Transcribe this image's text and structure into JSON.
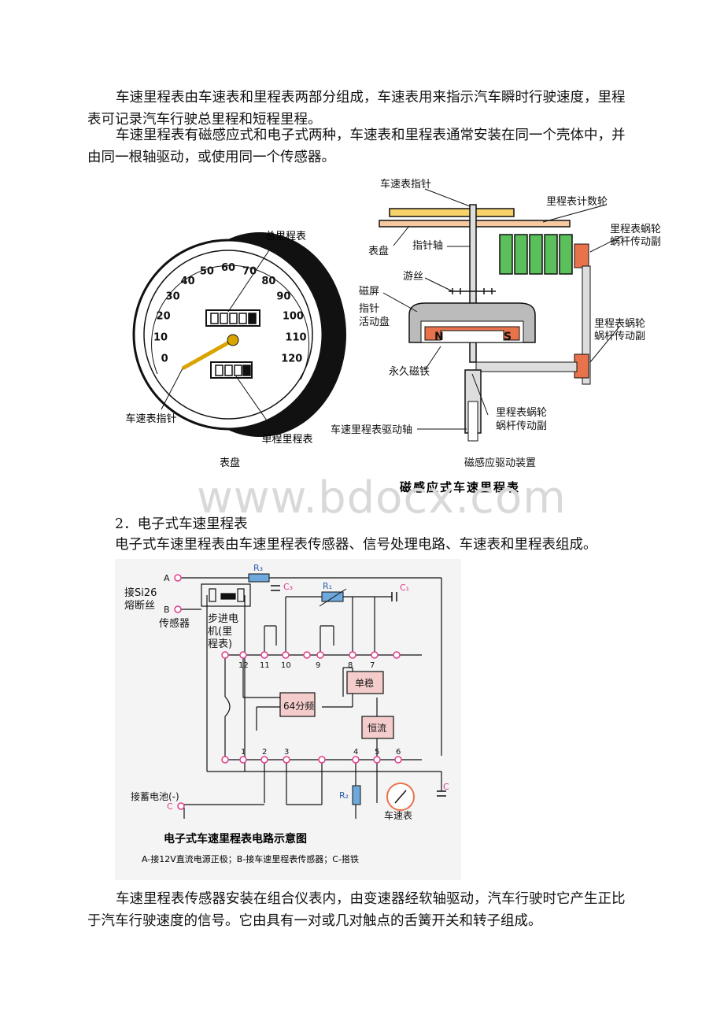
{
  "intro": {
    "p1": "车速里程表由车速表和里程表两部分组成，车速表用来指示汽车瞬时行驶速度，里程表可记录汽车行驶总里程和短程里程。",
    "p2": "车速里程表有磁感应式和电子式两种，车速表和里程表通常安装在同一个壳体中，并由同一根轴驱动，或使用同一个传感器。"
  },
  "figure1": {
    "left": {
      "total_odometer": "总里程表",
      "speed_pointer": "车速表指针",
      "trip_odometer": "单程里程表",
      "dial_caption": "表盘",
      "scale": [
        "0",
        "10",
        "20",
        "30",
        "40",
        "50",
        "60",
        "70",
        "80",
        "90",
        "100",
        "110",
        "120"
      ]
    },
    "right": {
      "speed_pointer": "车速表指针",
      "counter_wheel": "里程表计数轮",
      "dial": "表盘",
      "pointer_shaft": "指针轴",
      "worm_pair_top_1": "里程表蜗轮",
      "worm_pair_top_2": "蜗杆传动副",
      "hairspring": "游丝",
      "magnetic_shield": "磁屏",
      "pointer_disc_1": "指针",
      "pointer_disc_2": "活动盘",
      "worm_pair_mid_1": "里程表蜗轮",
      "worm_pair_mid_2": "蜗杆传动副",
      "permanent_magnet": "永久磁铁",
      "worm_pair_bot_1": "里程表蜗轮",
      "worm_pair_bot_2": "蜗杆传动副",
      "drive_shaft": "车速里程表驱动轴",
      "device_caption": "磁感应驱动装置"
    },
    "caption": "磁感应式车速里程表"
  },
  "watermark": "www.bdocx.com",
  "section2": {
    "heading": "2．电子式车速里程表",
    "desc": "电子式车速里程表由车速里程表传感器、信号处理电路、车速表和里程表组成。"
  },
  "figure2": {
    "terminal_a": "A",
    "terminal_b": "B",
    "fuse_1": "接Si26",
    "fuse_2": "熔断丝",
    "sensor": "传感器",
    "stepper_1": "步进电",
    "stepper_2": "机(里",
    "stepper_3": "程表)",
    "r3": "R₃",
    "c3": "C₃",
    "r1": "R₁",
    "c1": "C₁",
    "pins_top": [
      "12",
      "11",
      "10",
      "9",
      "8",
      "7"
    ],
    "pins_bottom": [
      "1",
      "2",
      "3",
      "4",
      "5",
      "6"
    ],
    "divider": "64分频",
    "monostable": "单稳",
    "constant_current": "恒流",
    "r2": "R₂",
    "c_right": "C",
    "speedometer": "车速表",
    "battery": "接蓄电池(-)",
    "terminal_c": "C",
    "title": "电子式车速里程表电路示意图",
    "legend": "A-接12V直流电源正极；B-接车速里程表传感器；C-搭铁"
  },
  "outro": {
    "p1": "车速里程表传感器安装在组合仪表内，由变速器经软轴驱动，汽车行驶时它产生正比于汽车行驶速度的信号。它由具有一对或几对触点的舌簧开关和转子组成。"
  },
  "colors": {
    "pointer": "#d9a300",
    "magnet": "#e8734a",
    "wheels": "#5bbf5b",
    "dial_bar": "#f7c9a0",
    "circuit_label": "#e03c8a",
    "circuit_blue": "#2a5caa"
  }
}
